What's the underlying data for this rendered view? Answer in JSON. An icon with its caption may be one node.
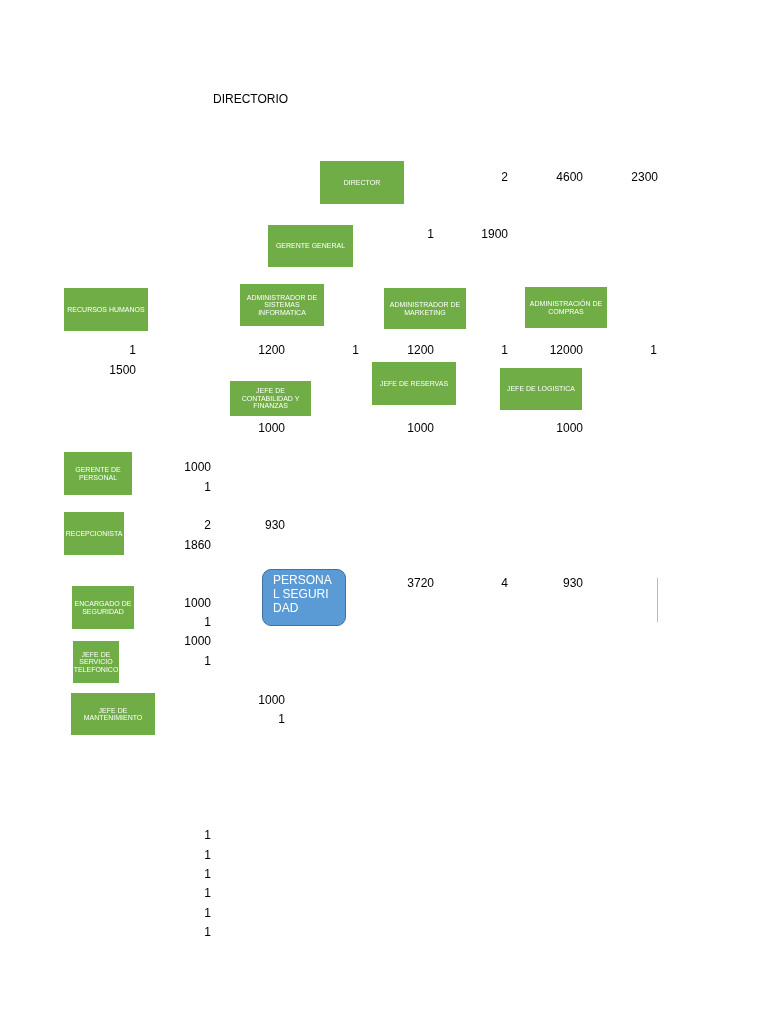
{
  "diagram": {
    "title": "DIRECTORIO",
    "nodes": [
      {
        "text": [
          "DIRECTOR"
        ]
      },
      {
        "text": [
          "GERENTE GENERAL"
        ]
      },
      {
        "text": [
          "RECURSOS HUMANOS"
        ]
      },
      {
        "text": [
          "ADMINISTRADOR DE SISTEMAS INFORMATICA"
        ]
      },
      {
        "text": [
          "ADMINISTRADOR DE MARKETING"
        ]
      },
      {
        "text": [
          "ADMINISTRACIÓN DE COMPRAS"
        ]
      },
      {
        "text": [
          "JEFE DE CONTABILIDAD Y FINANZAS"
        ]
      },
      {
        "text": [
          "JEFE DE RESERVAS"
        ]
      },
      {
        "text": [
          "JEFE DE LOGISTICA"
        ]
      },
      {
        "text": [
          "GERENTE DE PERSONAL"
        ]
      },
      {
        "text": [
          "RECEPCIONISTA"
        ]
      },
      {
        "text": [
          "PERSONAL SEGURIDAD"
        ]
      },
      {
        "text": [
          "ENCARGADO DE SEGURIDAD"
        ]
      },
      {
        "text": [
          "JEFE DE SERVICIO TELEFONICO"
        ]
      },
      {
        "text": [
          "JEFE DE MANTENIMIENTO"
        ]
      }
    ],
    "labels": [
      "2",
      "4600",
      "2300",
      "1",
      "1900",
      "1",
      "1200",
      "1",
      "1200",
      "1",
      "12000",
      "1",
      "1500",
      "1000",
      "1000",
      "1000",
      "1000",
      "1",
      "2",
      "930",
      "1860",
      "3720",
      "4",
      "930",
      "1000",
      "1",
      "1000",
      "1",
      "1000",
      "1",
      "1",
      "1",
      "1",
      "1",
      "1",
      "1"
    ]
  }
}
